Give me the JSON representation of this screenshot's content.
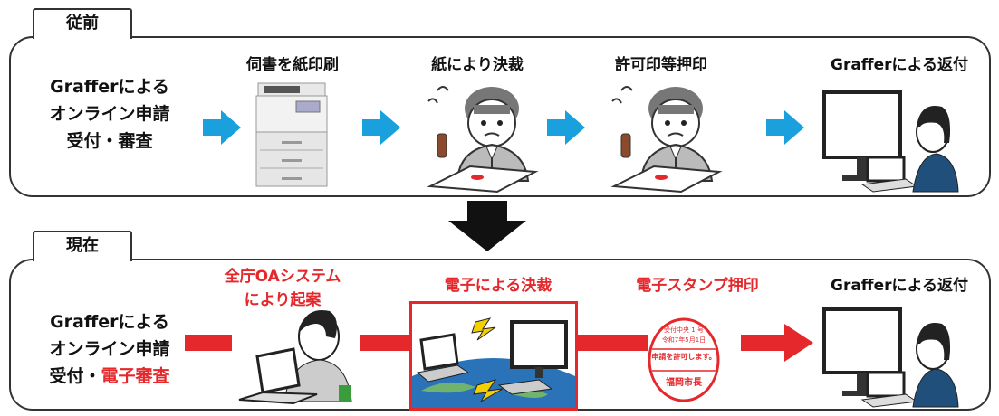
{
  "before": {
    "tab": "従前",
    "intro": [
      "Grafferによる",
      "オンライン申請",
      "受付・審査"
    ],
    "steps": [
      "伺書を紙印刷",
      "紙により決裁",
      "許可印等押印",
      "Grafferによる返付"
    ]
  },
  "after": {
    "tab": "現在",
    "intro": [
      "Grafferによる",
      "オンライン申請"
    ],
    "intro_line3_prefix": "受付・",
    "intro_line3_red": "電子審査",
    "steps": [
      "全庁OAシステム",
      "により起案",
      "電子による決裁",
      "電子スタンプ押印",
      "Grafferによる返付"
    ]
  },
  "stamp": {
    "lines": [
      "受付中央 1 号",
      "令和7年5月1日",
      "申請を許可します。",
      "福岡市長"
    ]
  },
  "colors": {
    "blue": "#1aa0dc",
    "red": "#e4282c"
  }
}
